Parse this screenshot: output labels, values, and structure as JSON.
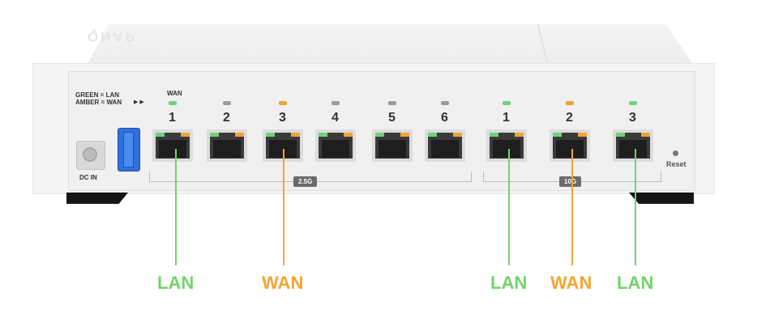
{
  "device": {
    "logo": "QNAP",
    "legend": {
      "line1": "GREEN = LAN",
      "line2": "AMBER = WAN",
      "arrows": "▶ ▶"
    },
    "wan_label": "WAN",
    "dc_in": "DC IN",
    "reset": "Reset",
    "groups": [
      {
        "speed": "2.5G",
        "ports": [
          {
            "num": "1",
            "led": "#6fd27a"
          },
          {
            "num": "2",
            "led": "#9a9a9a"
          },
          {
            "num": "3",
            "led": "#f2a23a"
          },
          {
            "num": "4",
            "led": "#9a9a9a"
          },
          {
            "num": "5",
            "led": "#9a9a9a"
          },
          {
            "num": "6",
            "led": "#9a9a9a"
          }
        ]
      },
      {
        "speed": "10G",
        "ports": [
          {
            "num": "1",
            "led": "#6fd27a"
          },
          {
            "num": "2",
            "led": "#f2a23a"
          },
          {
            "num": "3",
            "led": "#6fd27a"
          }
        ]
      }
    ]
  },
  "callouts": [
    {
      "label": "LAN",
      "color": "#72d46a"
    },
    {
      "label": "WAN",
      "color": "#f5a431"
    },
    {
      "label": "LAN",
      "color": "#72d46a"
    },
    {
      "label": "WAN",
      "color": "#f5a431"
    },
    {
      "label": "LAN",
      "color": "#72d46a"
    }
  ],
  "colors": {
    "green": "#72d46a",
    "amber": "#f5a431",
    "port_led_green": "#6fd27a",
    "port_led_amber": "#f2a23a"
  }
}
